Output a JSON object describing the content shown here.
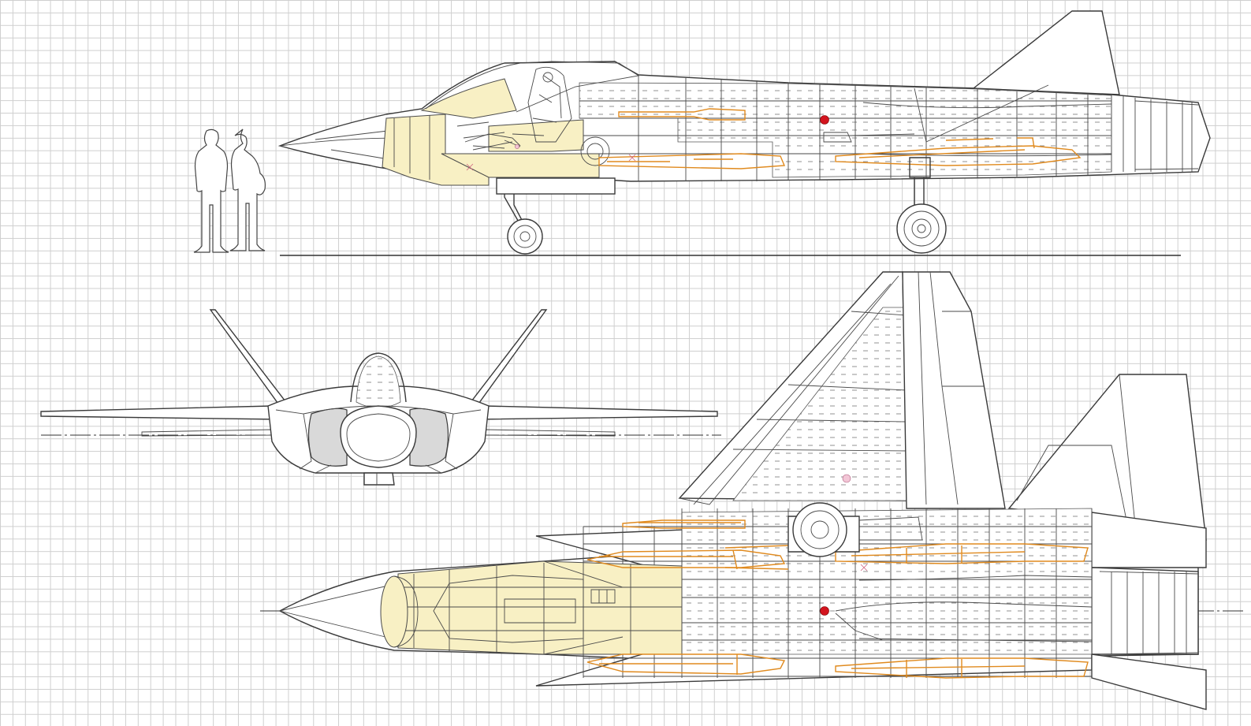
{
  "drawing": {
    "views": [
      {
        "name": "side-profile"
      },
      {
        "name": "front-view"
      },
      {
        "name": "top-plan-view"
      }
    ],
    "scale_reference": "two-human-figures",
    "colors": {
      "background": "#ffffff",
      "grid": "#cfcfcf",
      "outline": "#3a3a3a",
      "cockpit_fill": "#f8f0c4",
      "ordnance": "#e08a1e",
      "fuel_marker": "#d3141e",
      "intake_fill": "#d9d9d9"
    }
  }
}
